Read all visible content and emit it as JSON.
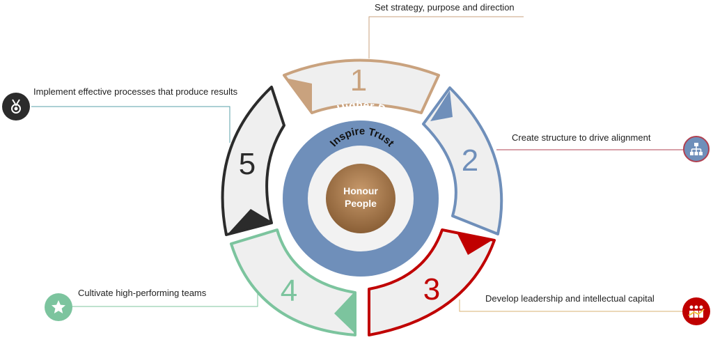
{
  "center": {
    "outer_ring_text": "Clarify Higher Purpose",
    "middle_ring_text": "Inspire Trust",
    "core_line1": "Honour",
    "core_line2": "People"
  },
  "steps": [
    {
      "number": "1",
      "text": "Set strategy, purpose and direction",
      "color": "#c9a27e"
    },
    {
      "number": "2",
      "text": "Create structure to drive alignment",
      "color": "#6f8fba"
    },
    {
      "number": "3",
      "text": "Develop leadership and intellectual capital",
      "color": "#c00000"
    },
    {
      "number": "4",
      "text": "Cultivate high-performing teams",
      "color": "#7cc49e"
    },
    {
      "number": "5",
      "text": "Implement effective processes that produce results",
      "color": "#2b2b2b"
    }
  ],
  "icons": {
    "step2": "org-chart-icon",
    "step3": "team-growth-icon",
    "step4": "star-icon",
    "step5": "medal-icon"
  },
  "colors": {
    "ring_fill": "#efefef",
    "core_ring": "#6f8fba",
    "core_center": "#a87a4f"
  }
}
